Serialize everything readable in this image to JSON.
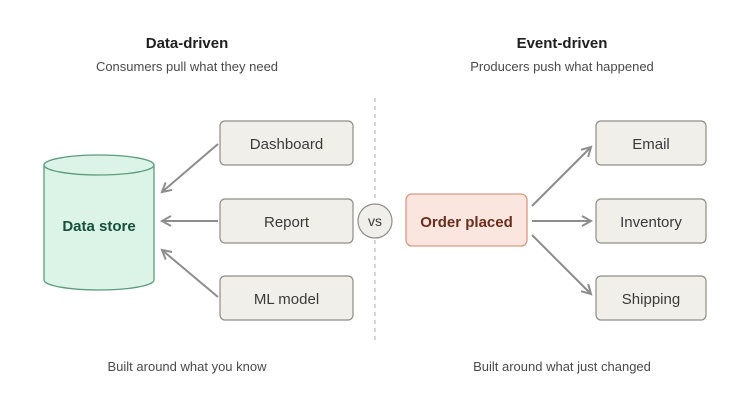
{
  "left": {
    "title": "Data-driven",
    "subtitle": "Consumers pull what they need",
    "store_label": "Data store",
    "consumers": [
      "Dashboard",
      "Report",
      "ML model"
    ],
    "caption": "Built around what you know"
  },
  "divider": {
    "label": "vs"
  },
  "right": {
    "title": "Event-driven",
    "subtitle": "Producers push what happened",
    "event_label": "Order placed",
    "targets": [
      "Email",
      "Inventory",
      "Shipping"
    ],
    "caption": "Built around what just changed"
  },
  "colors": {
    "store_fill": "#dcf3e8",
    "store_stroke": "#5b9c7c",
    "event_fill": "#fae6de",
    "event_stroke": "#d99a80"
  }
}
